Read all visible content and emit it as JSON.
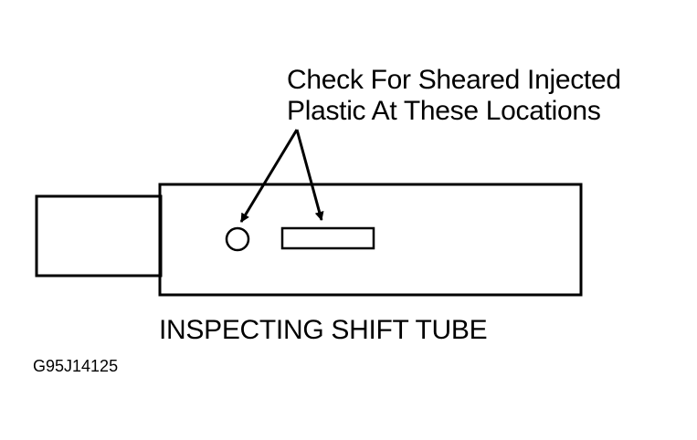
{
  "callout": {
    "line_1": "Check For Sheared Injected",
    "line_2": "Plastic At These Locations"
  },
  "caption": "INSPECTING SHIFT TUBE",
  "figure_id": "G95J14125",
  "colors": {
    "ink": "#000000",
    "background": "#ffffff"
  }
}
